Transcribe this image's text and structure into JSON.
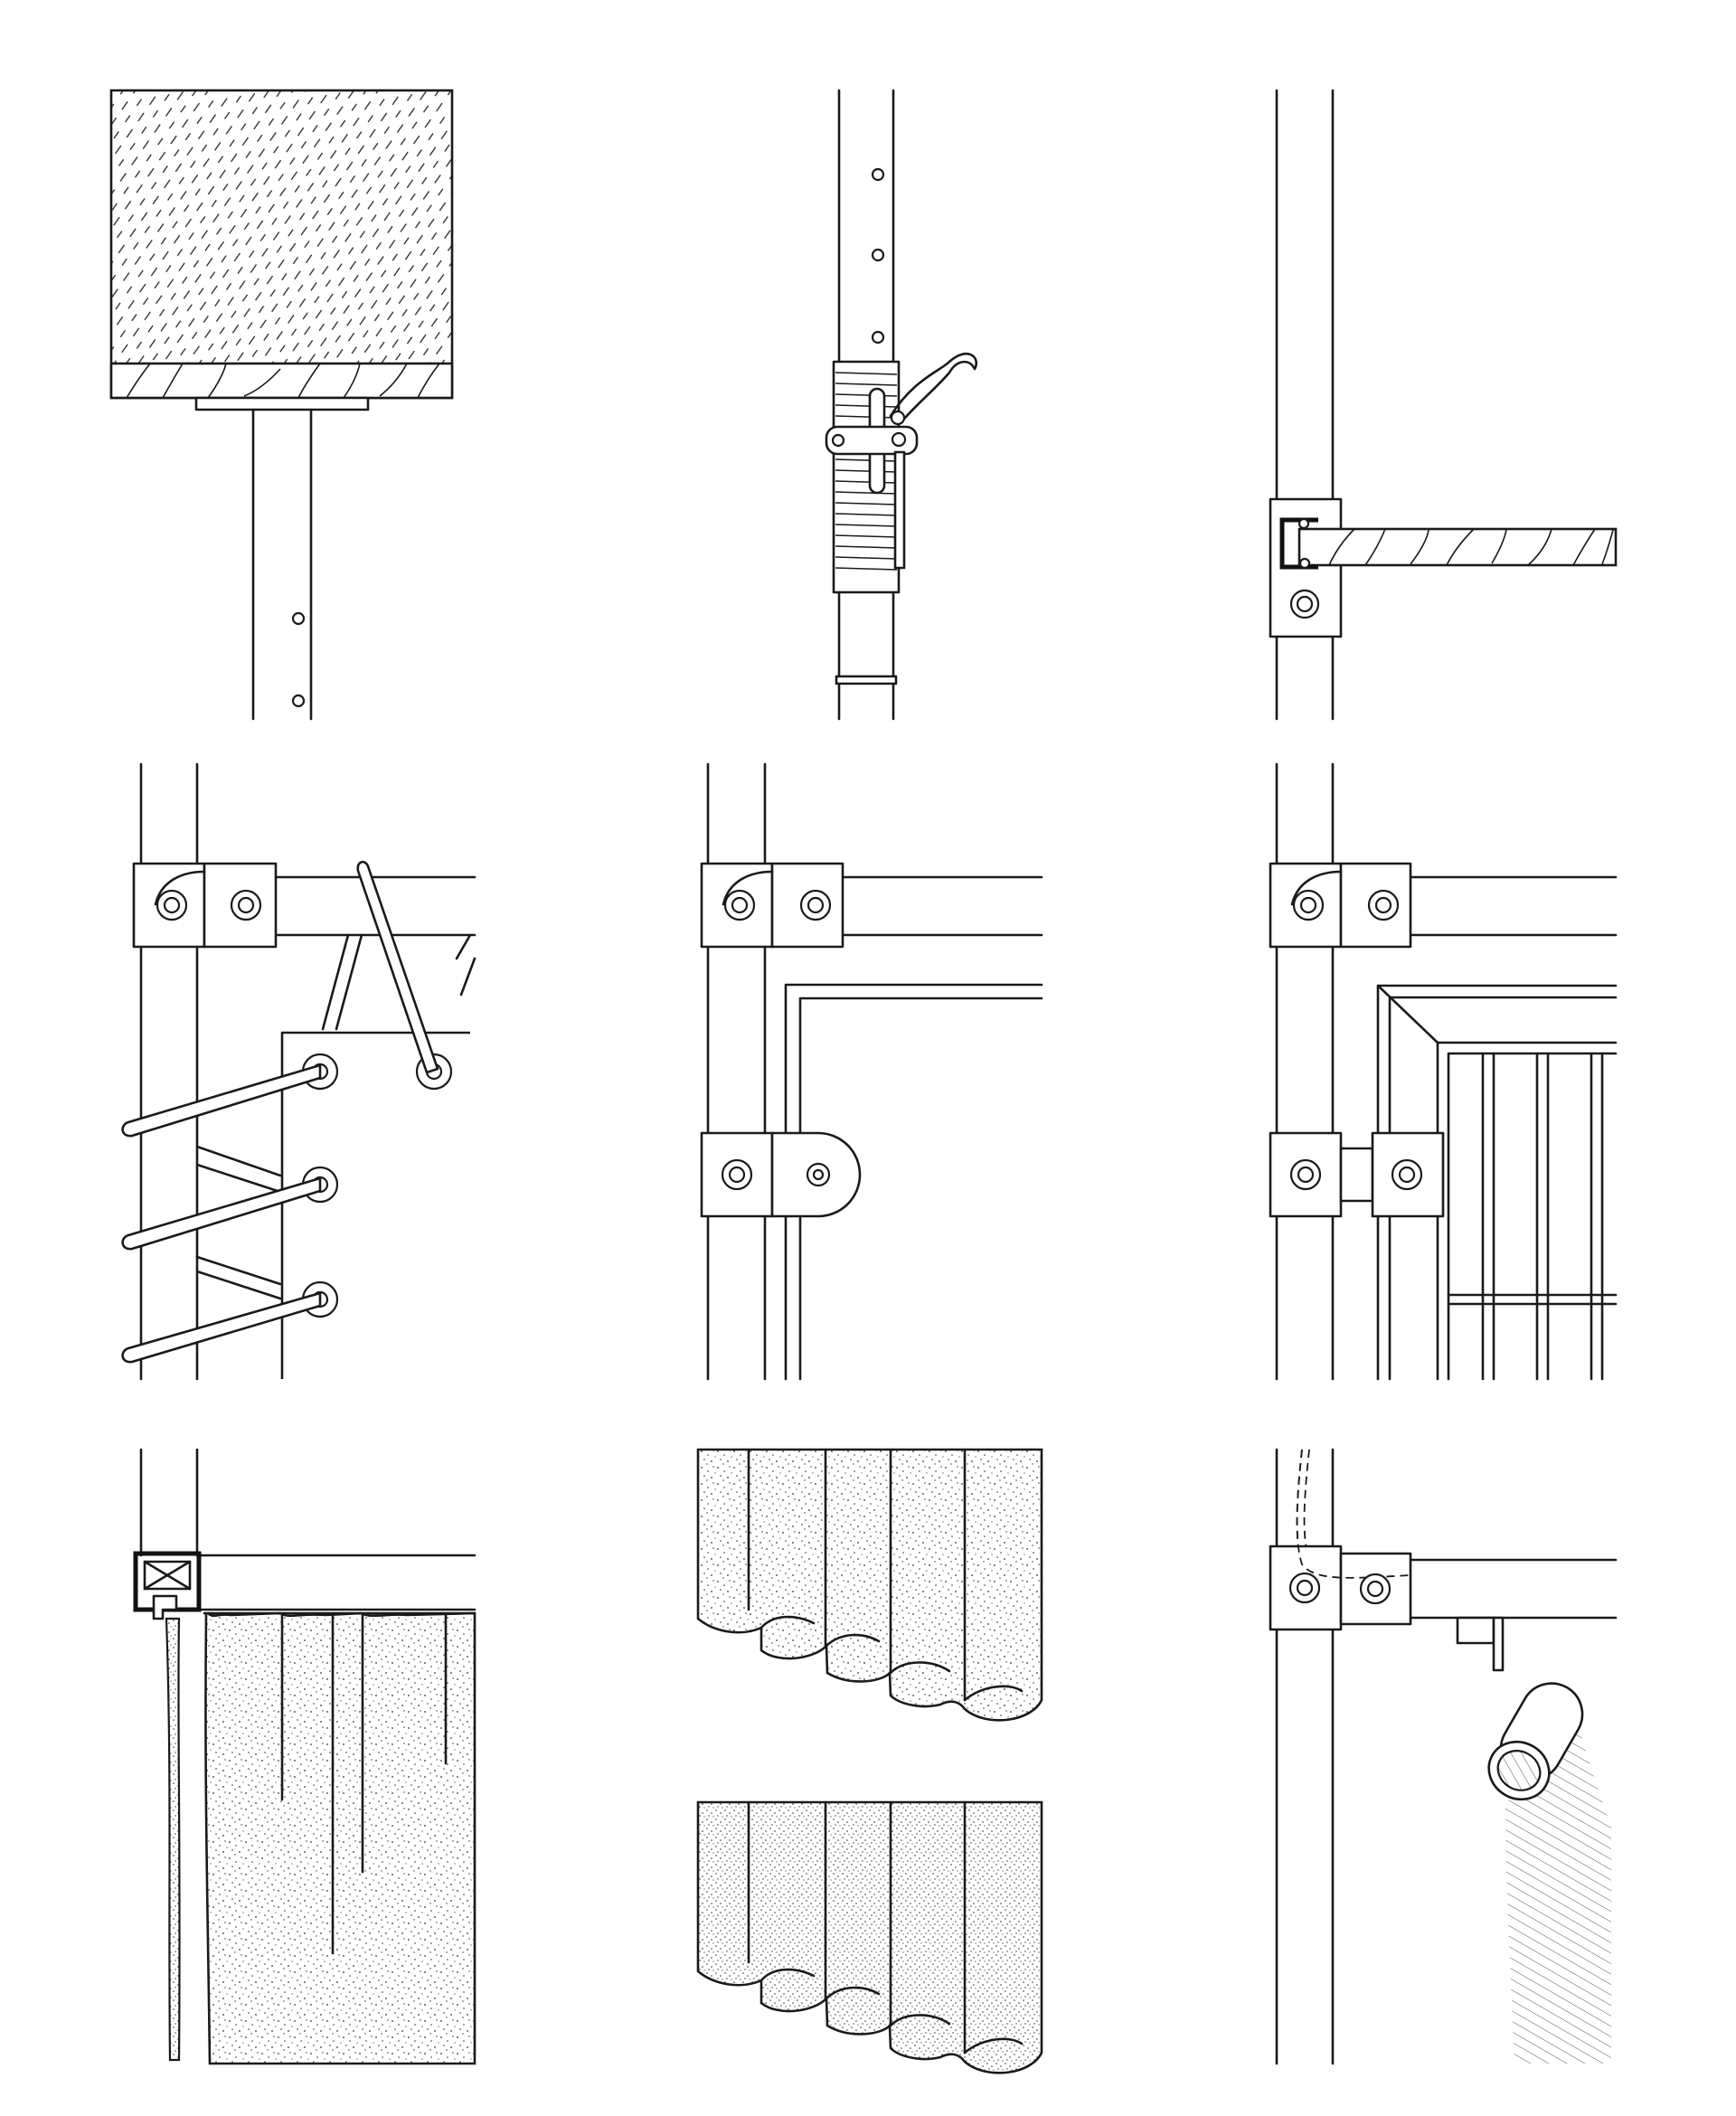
{
  "sheet": {
    "background": "#ffffff",
    "ink": "#1a1a1a"
  },
  "panels": [
    {
      "id": "beam-post-bearing"
    },
    {
      "id": "adjustable-prop-with-hook"
    },
    {
      "id": "clamp-with-timber-rail"
    },
    {
      "id": "laced-panel-corner"
    },
    {
      "id": "frame-corner-with-half-coupler"
    },
    {
      "id": "mesh-gate-corner"
    },
    {
      "id": "curtain-track-section"
    },
    {
      "id": "pleated-curtain-hems"
    },
    {
      "id": "spotlight-on-rail"
    }
  ]
}
